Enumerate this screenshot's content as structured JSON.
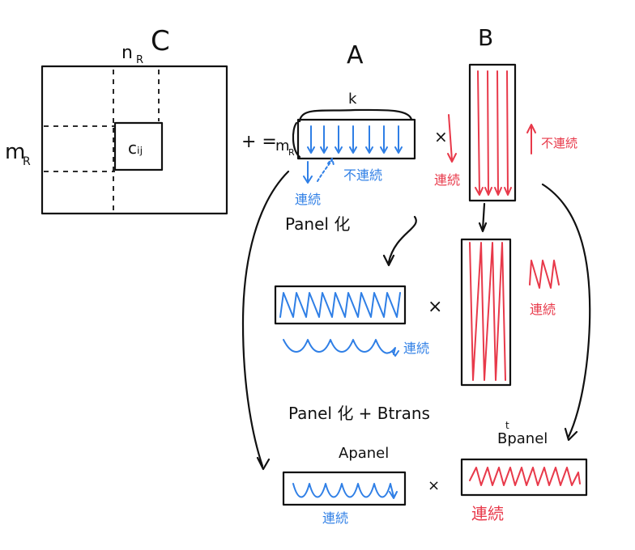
{
  "labels": {
    "c": "C",
    "a": "A",
    "b": "B",
    "n_r": "n",
    "n_r_sub": "R",
    "m_r": "m",
    "m_r_sub": "R",
    "m_r2": "m",
    "m_r2_sub": "R",
    "k": "k",
    "cij": "cᵢⱼ",
    "equals": "+ =",
    "times1": "×",
    "times2": "×",
    "times3": "×",
    "a_contig": "連続",
    "a_noncontig": "不連続",
    "b_contig": "連続",
    "b_noncontig": "不連続",
    "panel_label": "Panel 化",
    "panel_contig": "連続",
    "b_panel_contig": "連続",
    "panel_btrans_label": "Panel 化 + Btrans",
    "apanel": "Apanel",
    "bpanel": "Bpanel",
    "bpanel_sup": "t",
    "apanel_contig": "連続",
    "bpanel_contig": "連続"
  },
  "colors": {
    "ink": "#111111",
    "blue": "#2f7fe6",
    "red": "#e8394a"
  }
}
